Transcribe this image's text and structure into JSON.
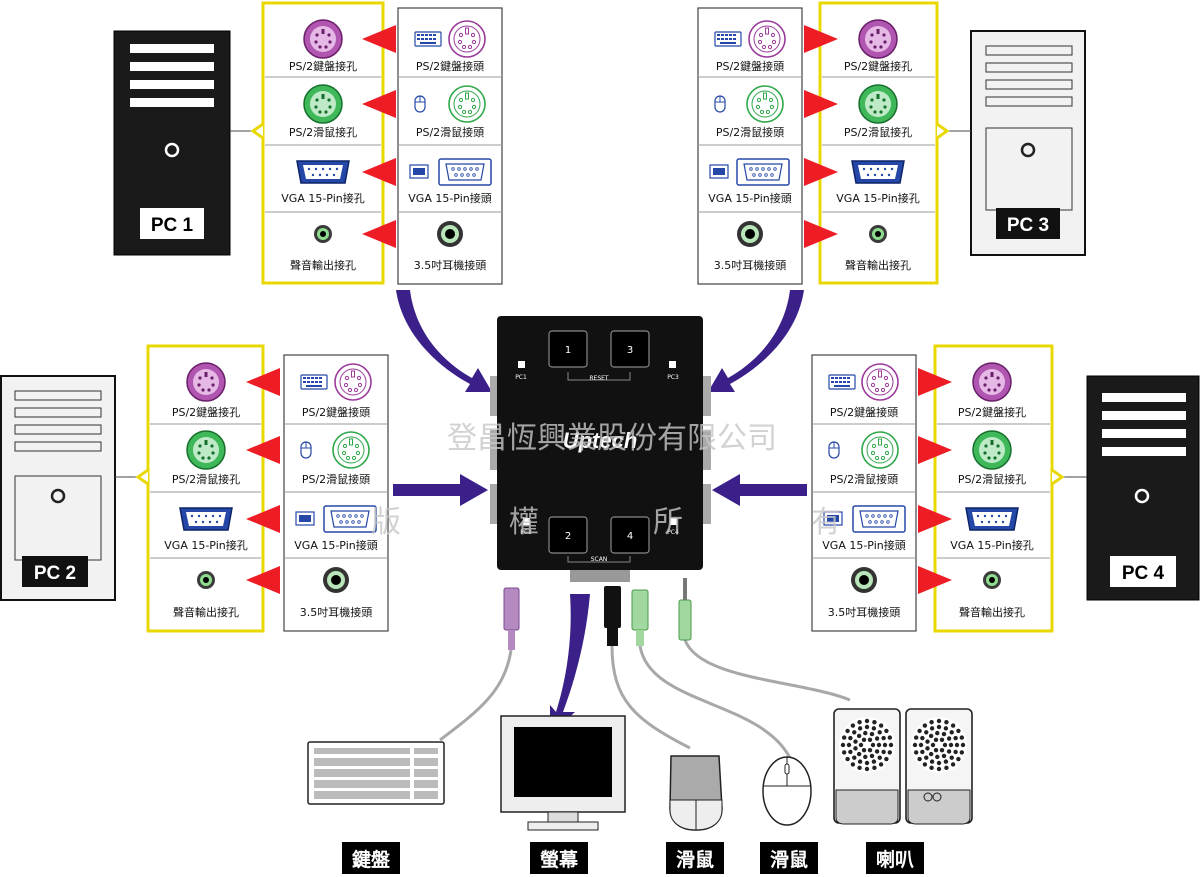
{
  "pcs": [
    {
      "label": "PC 1"
    },
    {
      "label": "PC 2"
    },
    {
      "label": "PC 3"
    },
    {
      "label": "PC 4"
    }
  ],
  "ports": {
    "ps2_keyboard_jack": "PS/2鍵盤接孔",
    "ps2_keyboard_plug": "PS/2鍵盤接頭",
    "ps2_mouse_jack": "PS/2滑鼠接孔",
    "ps2_mouse_plug": "PS/2滑鼠接頭",
    "vga_jack": "VGA  15-Pin接孔",
    "vga_plug": "VGA  15-Pin接頭",
    "audio_jack": "聲音輸出接孔",
    "audio_plug": "3.5吋耳機接頭"
  },
  "kvm": {
    "brand": "Uptech",
    "buttons": [
      "1",
      "3",
      "2",
      "4"
    ],
    "reset_label": "RESET",
    "scan_label": "SCAN",
    "led_labels": [
      "PC1",
      "PC3",
      "PC2",
      "PC4"
    ]
  },
  "devices": {
    "keyboard": "鍵盤",
    "monitor": "螢幕",
    "mouse_ps2": "滑鼠",
    "mouse_usb": "滑鼠",
    "speaker": "喇叭"
  },
  "watermark": {
    "company": "登昌恆興業股份有限公司",
    "rights": [
      "版",
      "權",
      "所",
      "有"
    ]
  },
  "colors": {
    "panel_yellow": "#fff200",
    "arrow_red": "#ee1c25",
    "arrow_purple": "#3a2088",
    "keyboard_purple": "#9b3a9b",
    "mouse_green": "#2fa84a",
    "vga_blue": "#2548a8"
  }
}
